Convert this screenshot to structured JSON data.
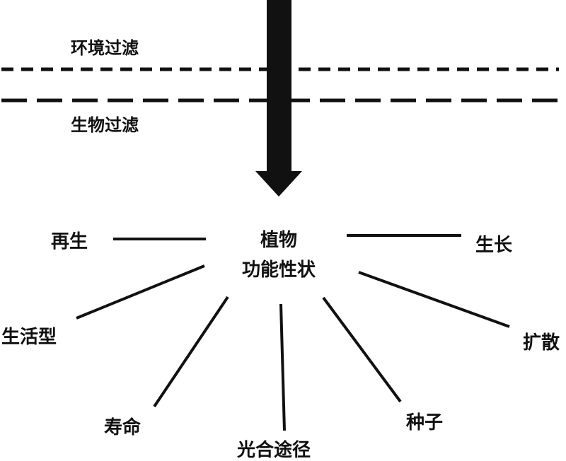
{
  "filters": {
    "environment": "环境过滤",
    "biological": "生物过滤"
  },
  "center": {
    "line1": "植物",
    "line2": "功能性状"
  },
  "traits": {
    "regeneration": "再生",
    "growth": "生长",
    "life_form": "生活型",
    "dispersal": "扩散",
    "lifespan": "寿命",
    "photosynthetic_pathway": "光合途径",
    "seed": "种子"
  },
  "colors": {
    "ink": "#111111",
    "background": "#ffffff"
  }
}
